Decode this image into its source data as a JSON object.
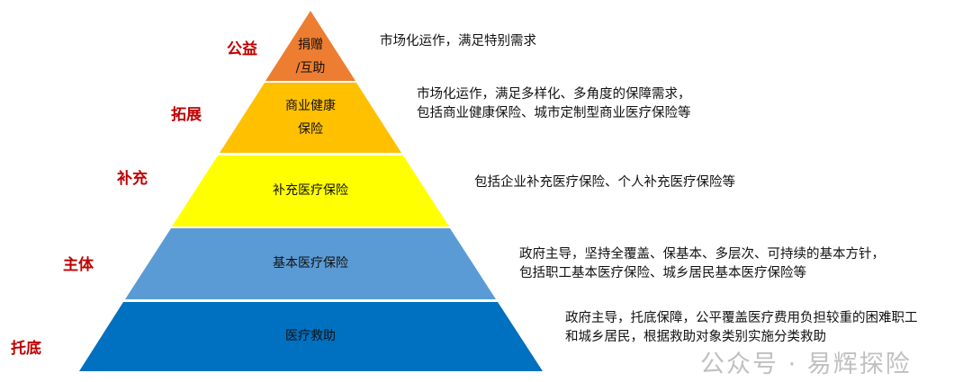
{
  "levels": [
    {
      "role": "公益",
      "name_line1": "捐赠",
      "name_line2": "/互助",
      "desc_line1": "市场化运作，满足特别需求",
      "desc_line2": "",
      "color": "#ED7D31"
    },
    {
      "role": "拓展",
      "name_line1": "商业健康",
      "name_line2": "保险",
      "desc_line1": "市场化运作，满足多样化、多角度的保障需求，",
      "desc_line2": "包括商业健康保险、城市定制型商业医疗保险等",
      "color": "#FFC000"
    },
    {
      "role": "补充",
      "name_line1": "补充医疗保险",
      "name_line2": "",
      "desc_line1": "包括企业补充医疗保险、个人补充医疗保险等",
      "desc_line2": "",
      "color": "#FFFF00"
    },
    {
      "role": "主体",
      "name_line1": "基本医疗保险",
      "name_line2": "",
      "desc_line1": "政府主导，坚持全覆盖、保基本、多层次、可持续的基本方针，",
      "desc_line2": "包括职工基本医疗保险、城乡居民基本医疗保险等",
      "color": "#5B9BD5"
    },
    {
      "role": "托底",
      "name_line1": "医疗救助",
      "name_line2": "",
      "desc_line1": "政府主导，托底保障，公平覆盖医疗费用负担较重的困难职工",
      "desc_line2": "和城乡居民，根据救助对象类别实施分类救助",
      "color": "#0070C0"
    }
  ],
  "watermark": "公众号 · 易辉探险"
}
